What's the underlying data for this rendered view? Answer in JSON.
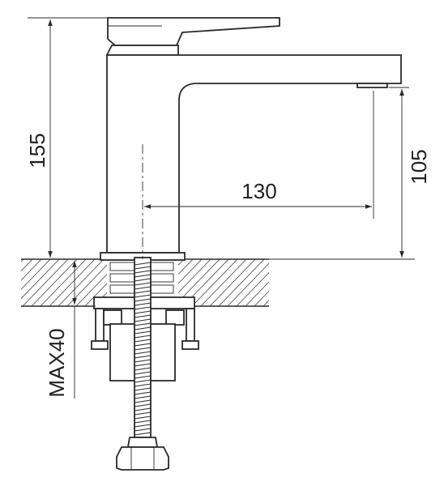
{
  "dimensions": {
    "total_height": "155",
    "spout_reach": "130",
    "spout_height": "105",
    "max_counter_thickness": "MAX40"
  }
}
